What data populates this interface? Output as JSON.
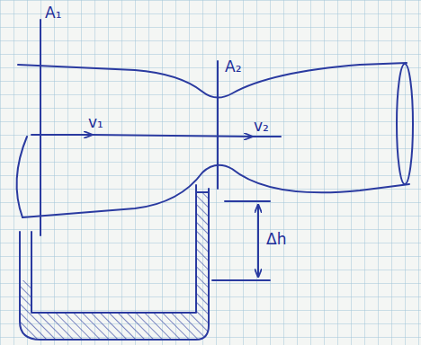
{
  "diagram": {
    "labels": [
      "A₁",
      "A₂",
      "v₁",
      "v₂",
      "Δh"
    ]
  }
}
